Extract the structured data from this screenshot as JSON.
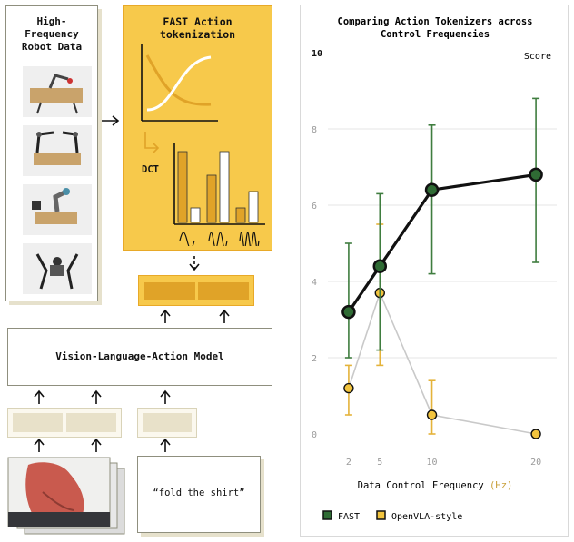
{
  "left": {
    "data_title": "High-\nFrequency\nRobot Data",
    "fast_title": "FAST Action\ntokenization",
    "dct_label": "DCT",
    "vla_label": "Vision-Language-Action Model",
    "prompt_text": "“fold the shirt”"
  },
  "colors": {
    "fast_yellow": "#f7c94b",
    "token_orange": "#e0a328",
    "fast_green": "#2f6b34",
    "openvla_yellow": "#f2c43e",
    "errorbar_green": "#3f7d3f",
    "errorbar_yellow": "#e4b33a"
  },
  "chart_data": {
    "type": "line",
    "title": "Comparing Action Tokenizers across\nControl Frequencies",
    "xlabel": "Data Control Frequency",
    "xlabel_unit": "(Hz)",
    "ylabel": "Score",
    "x": [
      2,
      5,
      10,
      20
    ],
    "xlim": [
      0,
      22
    ],
    "ylim": [
      0,
      10
    ],
    "y_ticks": [
      0,
      2,
      4,
      6,
      8,
      10
    ],
    "grid": true,
    "legend_position": "bottom-left",
    "series": [
      {
        "name": "FAST",
        "values": [
          3.2,
          4.4,
          6.4,
          6.8
        ],
        "err_low": [
          2.0,
          2.2,
          4.2,
          4.5
        ],
        "err_high": [
          5.0,
          6.3,
          8.1,
          8.8
        ]
      },
      {
        "name": "OpenVLA-style",
        "values": [
          1.2,
          3.7,
          0.5,
          0.0
        ],
        "err_low": [
          0.5,
          1.8,
          0.0,
          0.0
        ],
        "err_high": [
          1.8,
          5.5,
          1.4,
          0.0
        ]
      }
    ]
  }
}
